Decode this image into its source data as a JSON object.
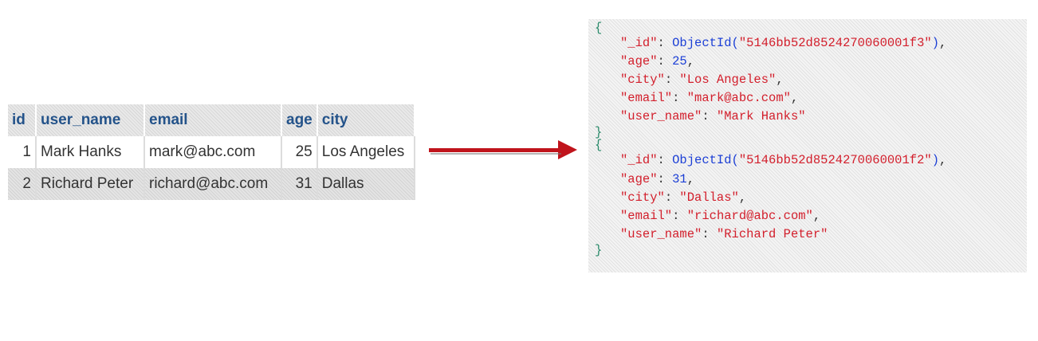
{
  "table": {
    "headers": [
      "id",
      "user_name",
      "email",
      "age",
      "city"
    ],
    "rows": [
      [
        "1",
        "Mark Hanks",
        "mark@abc.com",
        "25",
        "Los Angeles"
      ],
      [
        "2",
        "Richard Peter",
        "richard@abc.com",
        "31",
        "Dallas"
      ]
    ]
  },
  "arrow": {
    "color": "#c0141c"
  },
  "documents": [
    {
      "open": "{",
      "id_key": "\"_id\"",
      "id_fn": "ObjectId(",
      "id_value": "\"5146bb52d8524270060001f3\"",
      "id_close": ")",
      "age_key": "\"age\"",
      "age_value": "25",
      "city_key": "\"city\"",
      "city_value": "\"Los Angeles\"",
      "email_key": "\"email\"",
      "email_value": "\"mark@abc.com\"",
      "user_key": "\"user_name\"",
      "user_value": "\"Mark Hanks\"",
      "close": "}"
    },
    {
      "open": "{",
      "id_key": "\"_id\"",
      "id_fn": "ObjectId(",
      "id_value": "\"5146bb52d8524270060001f2\"",
      "id_close": ")",
      "age_key": "\"age\"",
      "age_value": "31",
      "city_key": "\"city\"",
      "city_value": "\"Dallas\"",
      "email_key": "\"email\"",
      "email_value": "\"richard@abc.com\"",
      "user_key": "\"user_name\"",
      "user_value": "\"Richard Peter\"",
      "close": "}"
    }
  ],
  "colors": {
    "header_text": "#24538a",
    "json_key": "#d31f2c",
    "json_string": "#d31f2c",
    "json_number": "#1c3fd6",
    "json_function": "#1c3fd6",
    "json_brace": "#2a8a6a"
  }
}
